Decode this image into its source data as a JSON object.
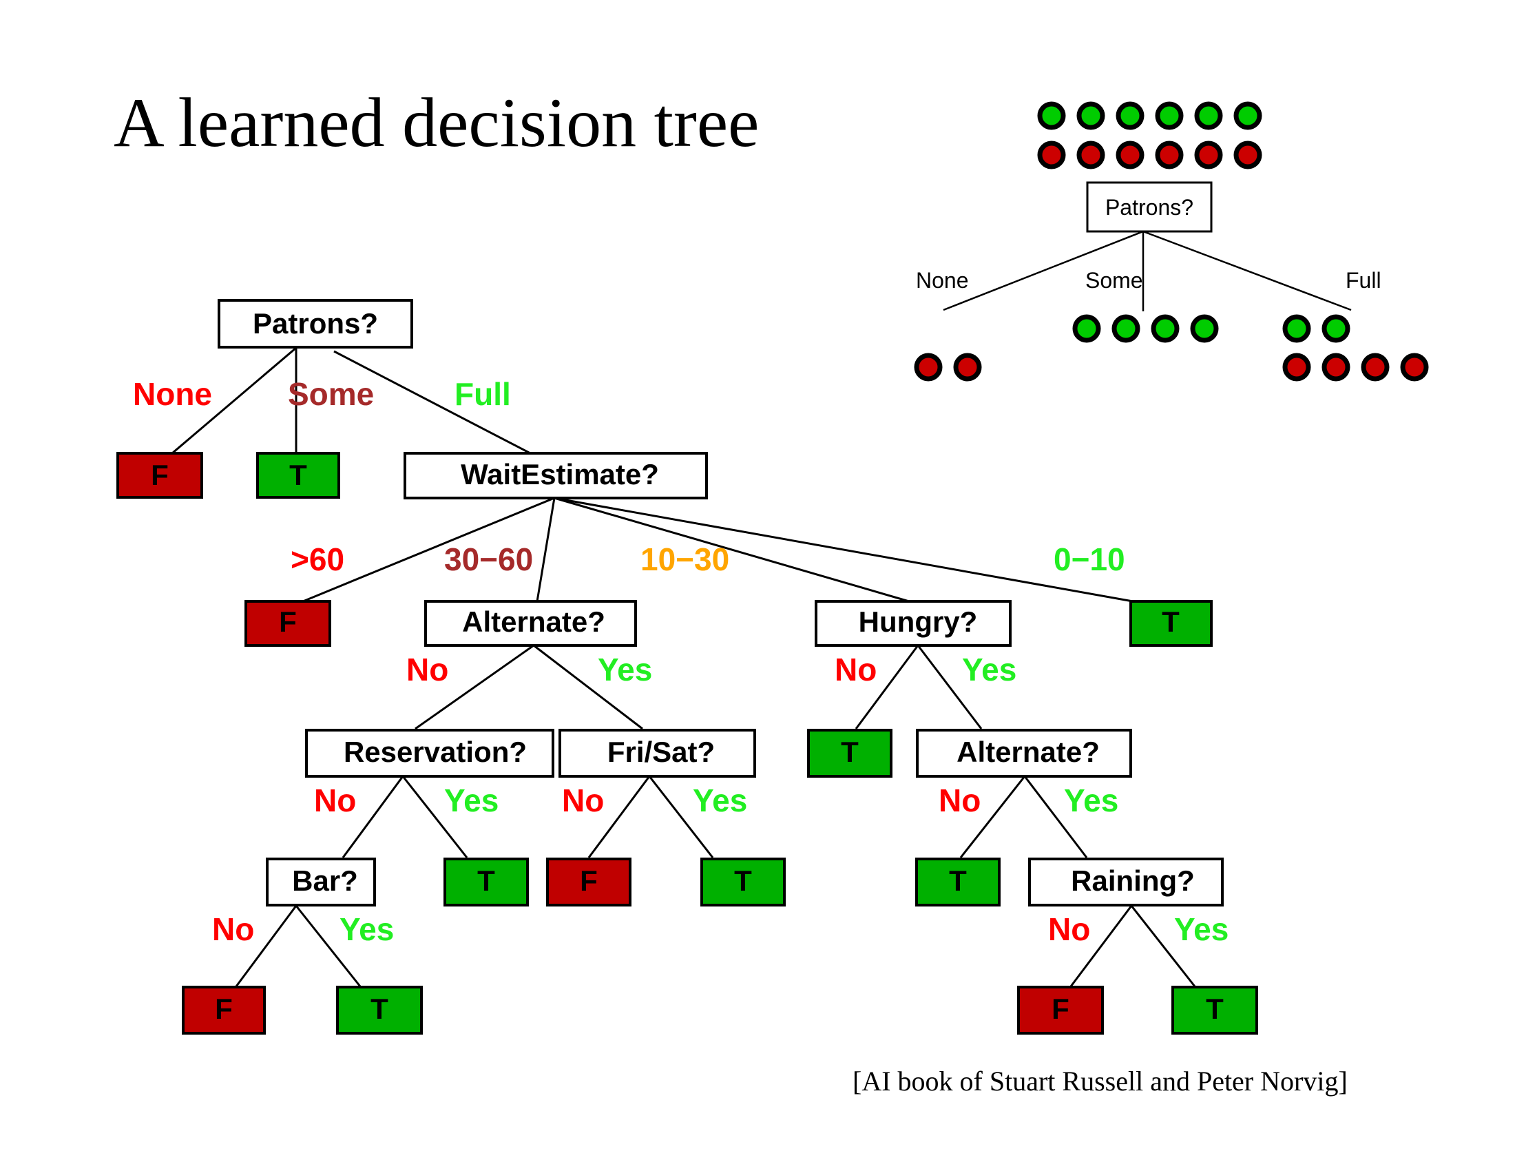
{
  "title": "A learned decision tree",
  "citation": "[AI book of Stuart Russell and Peter Norvig]",
  "colors": {
    "true_leaf": "#00b000",
    "false_leaf": "#c00000",
    "edge_red": "#ff0000",
    "edge_brown": "#a52a2a",
    "edge_orange": "#ffa500",
    "edge_green": "#22ee22",
    "positive_example": "#00cc00",
    "negative_example": "#cc0000"
  },
  "tree": {
    "nodes": {
      "patrons": "Patrons?",
      "leaf_none": "F",
      "leaf_some": "T",
      "wait_estimate": "WaitEstimate?",
      "leaf_over60": "F",
      "alternate_1": "Alternate?",
      "hungry": "Hungry?",
      "leaf_0_10": "T",
      "reservation": "Reservation?",
      "fri_sat": "Fri/Sat?",
      "leaf_hungry_no": "T",
      "alternate_2": "Alternate?",
      "bar": "Bar?",
      "leaf_reservation_yes": "T",
      "leaf_frisat_no": "F",
      "leaf_frisat_yes": "T",
      "leaf_alternate2_no": "T",
      "raining": "Raining?",
      "leaf_bar_no": "F",
      "leaf_bar_yes": "T",
      "leaf_raining_no": "F",
      "leaf_raining_yes": "T"
    },
    "edges": {
      "none": "None",
      "some": "Some",
      "full": "Full",
      "over60": ">60",
      "range_30_60": "30−60",
      "range_10_30": "10−30",
      "range_0_10": "0−10",
      "alt1_no": "No",
      "alt1_yes": "Yes",
      "hungry_no": "No",
      "hungry_yes": "Yes",
      "res_no": "No",
      "res_yes": "Yes",
      "frisat_no": "No",
      "frisat_yes": "Yes",
      "alt2_no": "No",
      "alt2_yes": "Yes",
      "bar_no": "No",
      "bar_yes": "Yes",
      "rain_no": "No",
      "rain_yes": "Yes"
    }
  },
  "split_example": {
    "attribute": "Patrons?",
    "parent": {
      "positive": 6,
      "negative": 6
    },
    "branches": {
      "none": {
        "label": "None",
        "positive": 0,
        "negative": 2
      },
      "some": {
        "label": "Some",
        "positive": 4,
        "negative": 0
      },
      "full": {
        "label": "Full",
        "positive": 2,
        "negative": 4
      }
    }
  }
}
